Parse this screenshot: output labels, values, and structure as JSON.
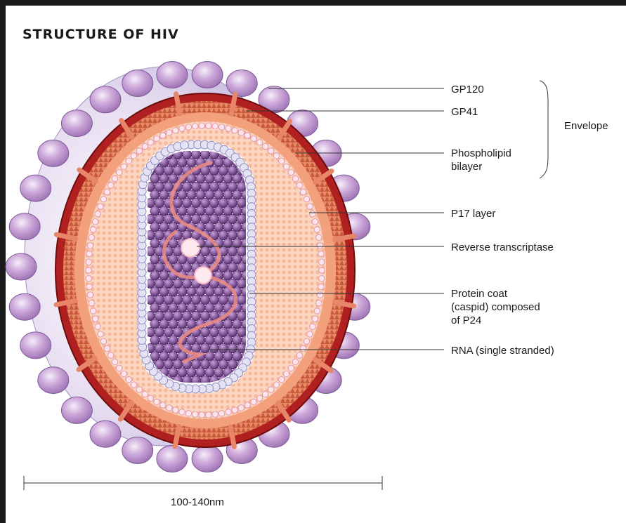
{
  "title": "STRUCTURE OF HIV",
  "labels": {
    "gp120": "GP120",
    "gp41": "GP41",
    "phospholipid_line1": "Phospholipid",
    "phospholipid_line2": "bilayer",
    "envelope": "Envelope",
    "p17": "P17 layer",
    "reverse_transcriptase": "Reverse transcriptase",
    "protein_coat_line1": "Protein coat",
    "protein_coat_line2": "(caspid) composed",
    "protein_coat_line3": "of P24",
    "rna": "RNA (single stranded)"
  },
  "scale": {
    "label": "100-140nm"
  },
  "colors": {
    "frame": "#1a1a1a",
    "knob": "#c9a6d6",
    "envelope_outer": "#b02020",
    "bilayer": "#e98a66",
    "matrix": "#fbd7c3",
    "capsid_ring": "#c9c6e4",
    "core": "#6f3e86",
    "rna": "#e07a72"
  }
}
